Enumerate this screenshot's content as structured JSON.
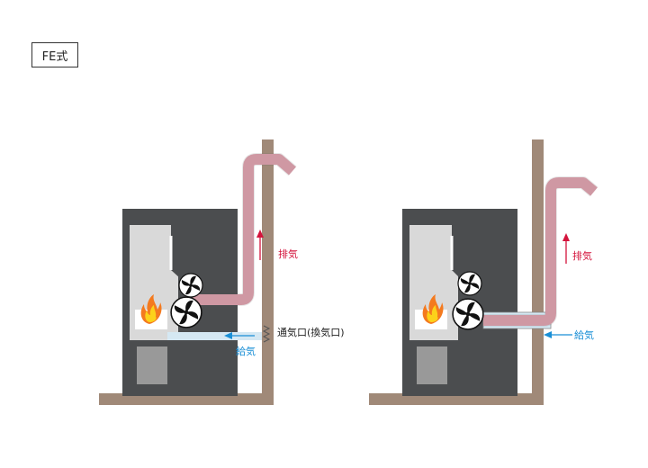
{
  "title": "FE式",
  "labels": {
    "exhaust": "排気",
    "supply": "給気",
    "vent": "通気口(換気口)"
  },
  "colors": {
    "exhaust_text": "#d4143c",
    "exhaust_arrow": "#d4143c",
    "supply_text": "#1a8fd6",
    "supply_arrow": "#1a8fd6",
    "wall": "#a08978",
    "heater_body": "#4b4d4f",
    "heater_panel": "#d9d9d9",
    "duct_exhaust": "#e3a3b0",
    "duct_supply": "#d5e8f3",
    "flame_outer": "#f47a1f",
    "flame_inner": "#fcd21a"
  },
  "icons": [
    "fan-icon",
    "flame-icon",
    "arrow-up-icon",
    "arrow-left-icon",
    "vent-grille-icon"
  ]
}
